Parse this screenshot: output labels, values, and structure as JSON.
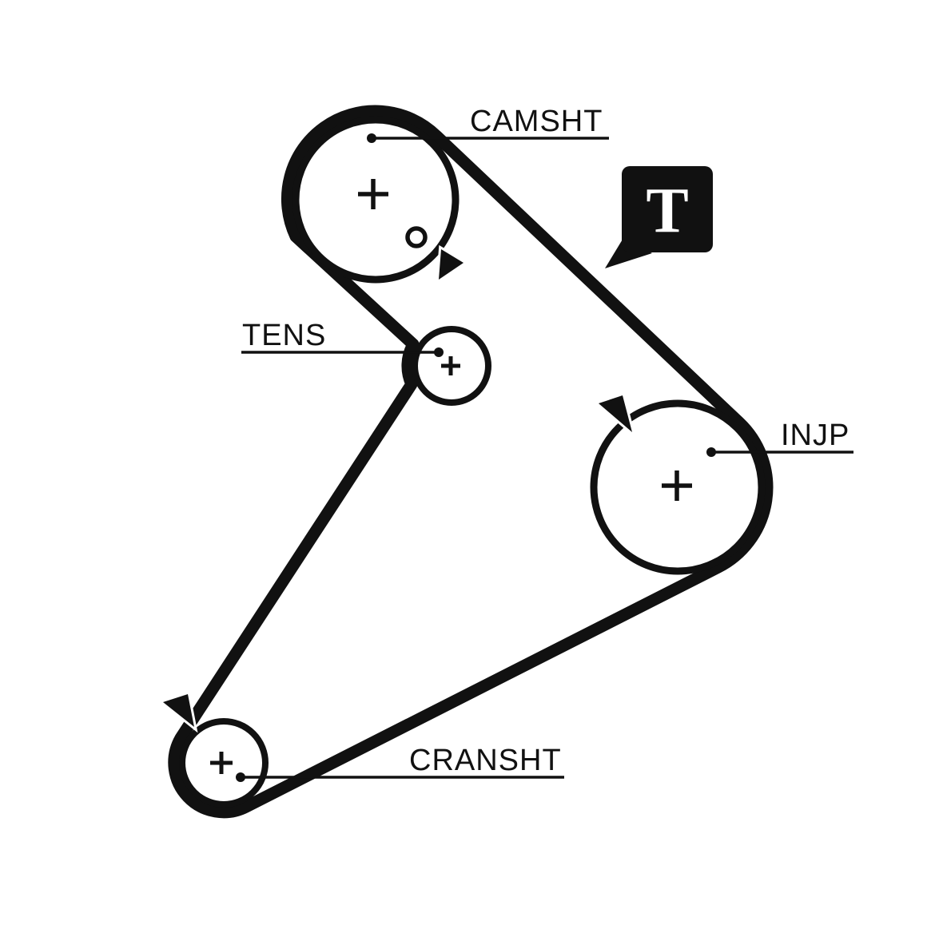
{
  "diagram": {
    "type": "timing-belt-routing",
    "background_color": "#ffffff",
    "ink_color": "#111111",
    "pulleys": [
      {
        "id": "camshaft",
        "label": "CAMSHT"
      },
      {
        "id": "tensioner",
        "label": "TENS"
      },
      {
        "id": "injection-pump",
        "label": "INJP"
      },
      {
        "id": "crankshaft",
        "label": "CRANSHT"
      }
    ],
    "badge": {
      "letter": "T"
    }
  }
}
